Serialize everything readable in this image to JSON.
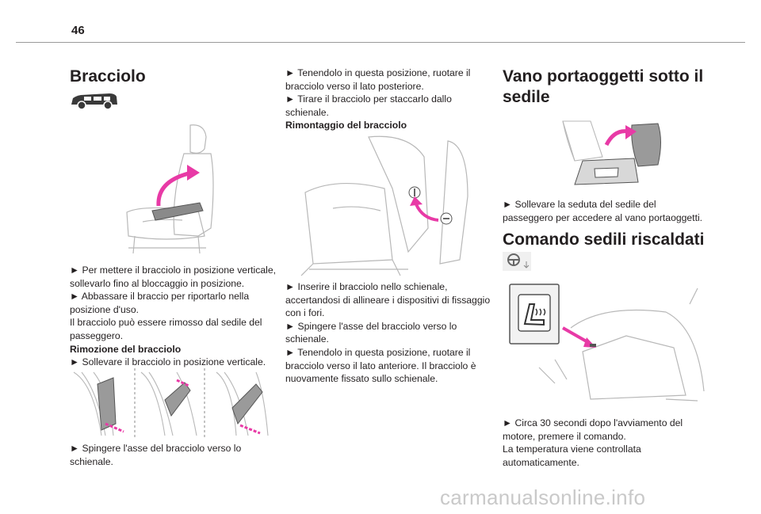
{
  "page_number": "46",
  "col1": {
    "heading": "Bracciolo",
    "vehicle_icon": "van-icon",
    "para": [
      "► Per mettere il bracciolo in posizione verticale, sollevarlo fino al bloccaggio in posizione.",
      "► Abbassare il braccio per riportarlo nella posizione d'uso.",
      "Il bracciolo può essere rimosso dal sedile del passeggero."
    ],
    "subheading": "Rimozione del bracciolo",
    "para2": "► Sollevare il bracciolo in posizione verticale.",
    "para3": "► Spingere l'asse del bracciolo verso lo schienale."
  },
  "col2": {
    "para": [
      "► Tenendolo in questa posizione, ruotare il bracciolo verso il lato posteriore.",
      "► Tirare il bracciolo per staccarlo dallo schienale."
    ],
    "subheading": "Rimontaggio del bracciolo",
    "para2": [
      "► Inserire il bracciolo nello schienale, accertandosi di allineare i dispositivi di fissaggio con i fori.",
      "► Spingere l'asse del bracciolo verso lo schienale.",
      "► Tenendolo in questa posizione, ruotare il bracciolo verso il lato anteriore. Il bracciolo è nuovamente fissato sullo schienale."
    ]
  },
  "col3": {
    "heading": "Vano portaoggetti sotto il sedile",
    "para": "► Sollevare la seduta del sedile del passeggero per accedere al vano portaoggetti.",
    "heading2": "Comando sedili riscaldati",
    "para2": [
      "► Circa 30 secondi dopo l'avviamento del motore, premere il comando.",
      "La temperatura viene controllata automaticamente."
    ]
  },
  "watermark": "carmanualsonline.info",
  "colors": {
    "accent": "#e83aa6",
    "line": "#b8b8b8"
  }
}
